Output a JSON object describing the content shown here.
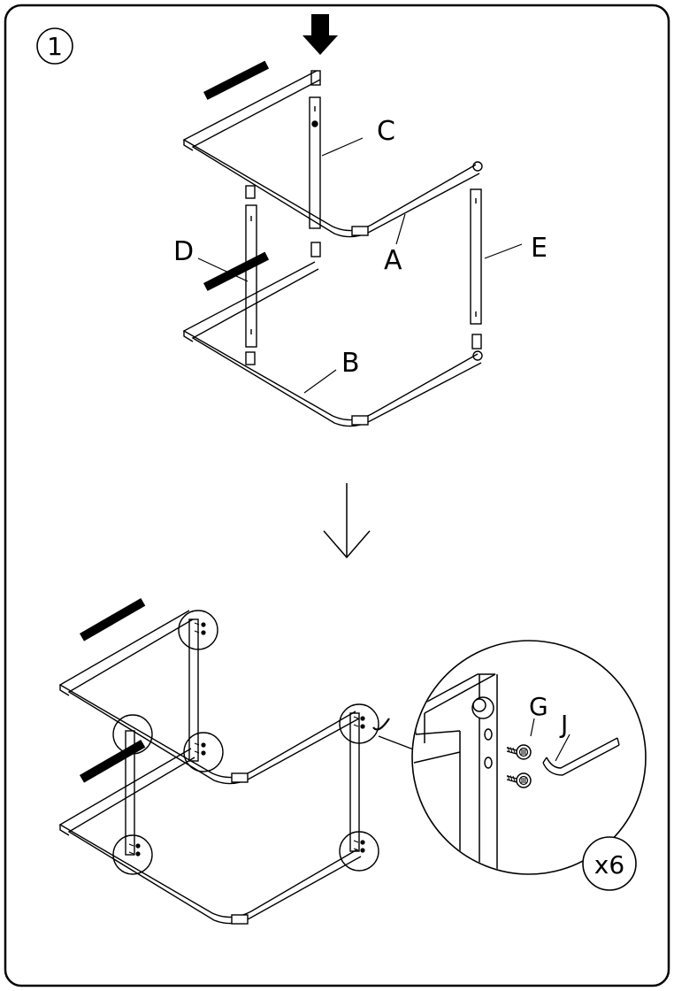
{
  "step": {
    "number": "1"
  },
  "parts": {
    "A": "A",
    "B": "B",
    "C": "C",
    "D": "D",
    "E": "E"
  },
  "hardware": {
    "bolt": "G",
    "key": "J",
    "quantity": "x6"
  }
}
